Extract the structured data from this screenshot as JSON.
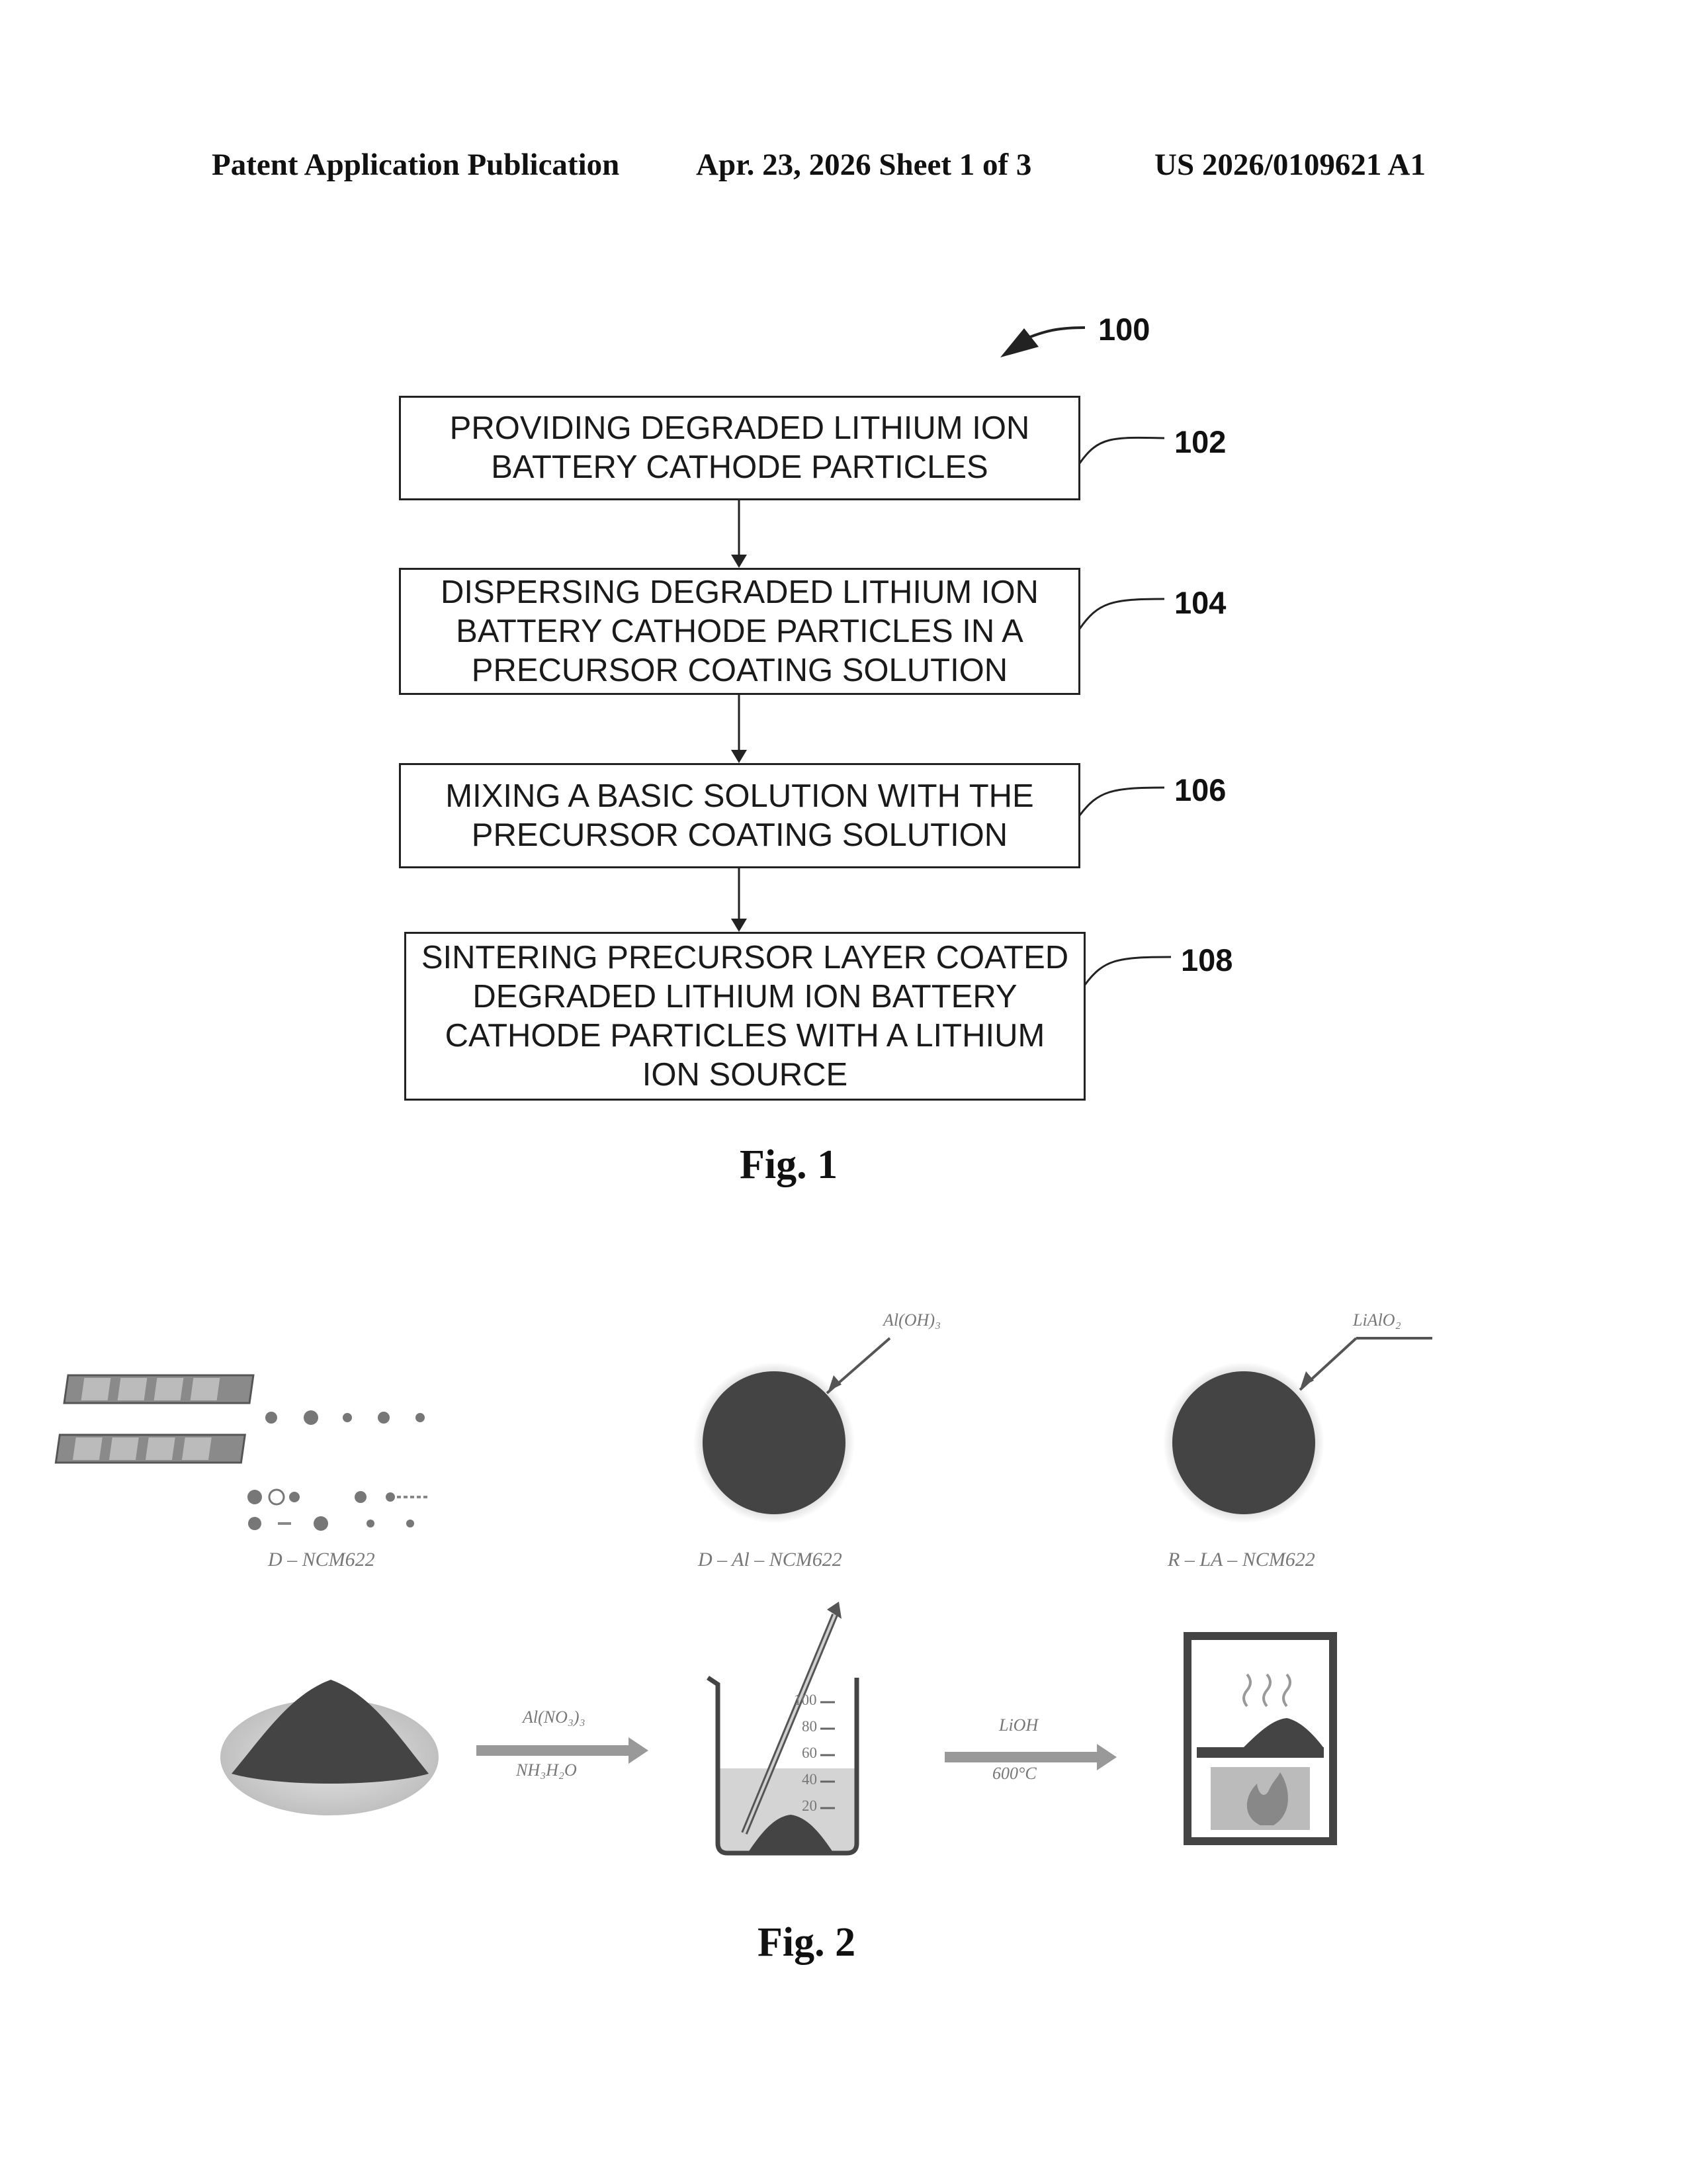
{
  "header": {
    "publication": "Patent Application Publication",
    "date_sheet": "Apr. 23, 2026  Sheet 1 of 3",
    "number": "US 2026/0109621 A1"
  },
  "fig1": {
    "ref": "100",
    "steps": [
      {
        "ref": "102",
        "text": "PROVIDING DEGRADED LITHIUM ION\nBATTERY CATHODE PARTICLES"
      },
      {
        "ref": "104",
        "text": "DISPERSING DEGRADED LITHIUM ION\nBATTERY CATHODE PARTICLES IN A\nPRECURSOR COATING SOLUTION"
      },
      {
        "ref": "106",
        "text": "MIXING A BASIC SOLUTION WITH THE\nPRECURSOR COATING SOLUTION"
      },
      {
        "ref": "108",
        "text": "SINTERING PRECURSOR LAYER COATED\nDEGRADED LITHIUM ION BATTERY\nCATHODE PARTICLES WITH A LITHIUM\nION SOURCE"
      }
    ],
    "caption": "Fig. 1"
  },
  "fig2": {
    "coating_label_1": "Al(OH)₃",
    "coating_label_2": "LiAlO₂",
    "material_1": "D – NCM622",
    "material_2": "D – Al – NCM622",
    "material_3": "R – LA – NCM622",
    "reagent_top_1": "Al(NO₃)₃",
    "reagent_bottom_1": "NH₃H₂O",
    "reagent_top_2": "LiOH",
    "reagent_bottom_2": "600°C",
    "beaker_scale": [
      "100",
      "80",
      "60",
      "40",
      "20"
    ],
    "caption": "Fig. 2"
  }
}
